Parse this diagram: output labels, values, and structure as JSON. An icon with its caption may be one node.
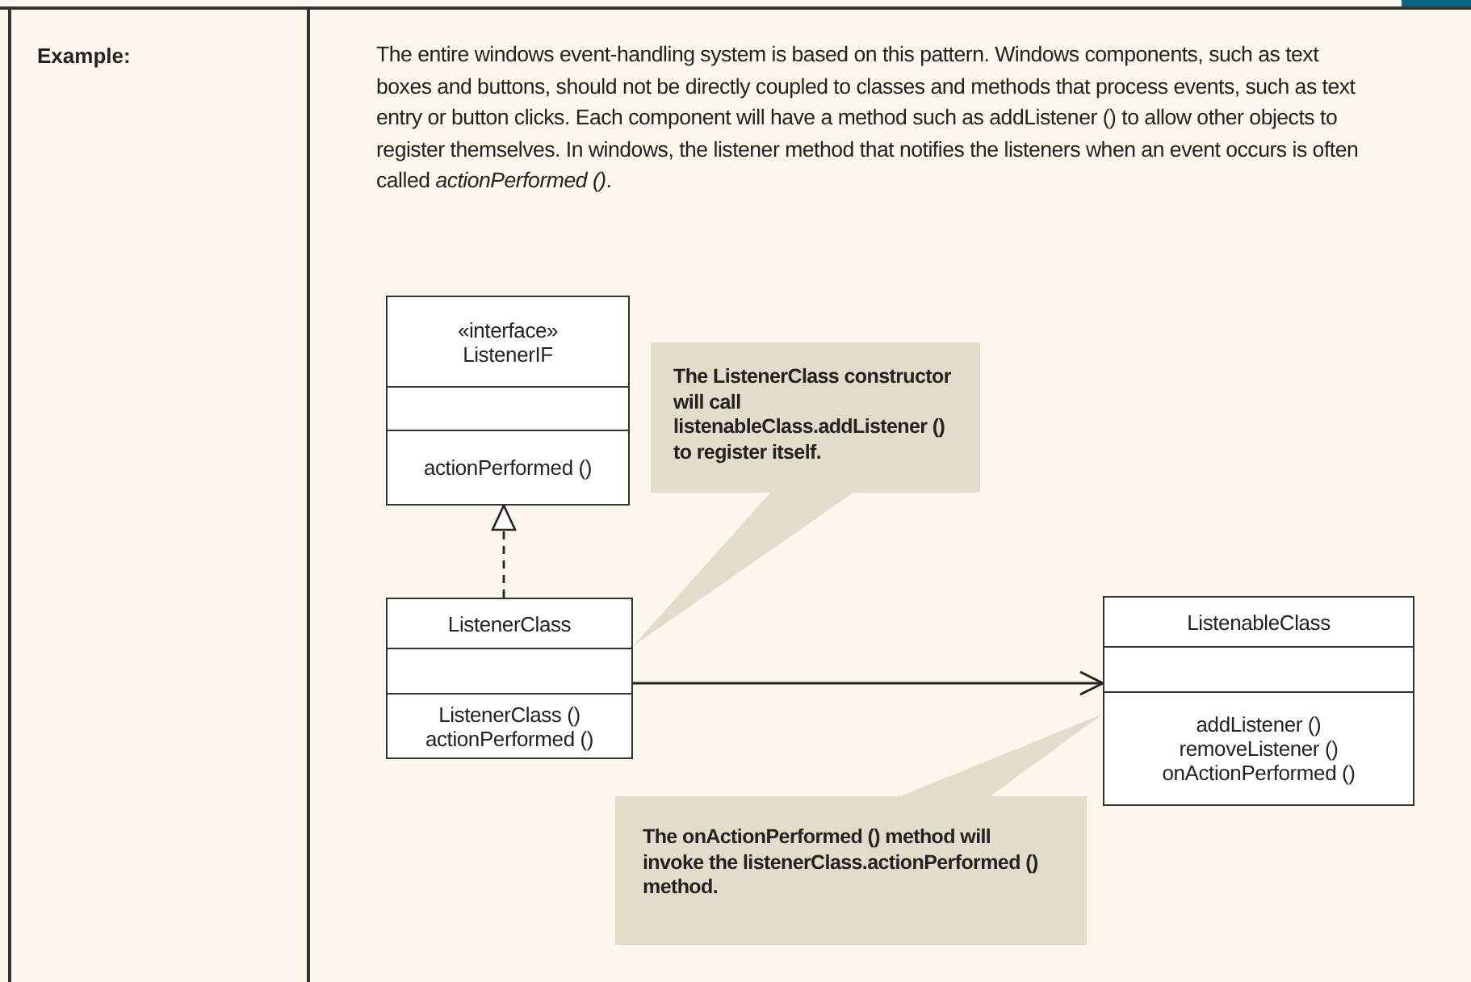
{
  "diagram": {
    "nodes": [
      {
        "text": [
          "«interface»",
          "ListenerIF",
          "actionPerformed ()"
        ]
      },
      {
        "text": [
          "ListenerClass",
          "ListenerClass ()",
          "actionPerformed ()"
        ]
      },
      {
        "text": [
          "ListenableClass",
          "addListener ()",
          "removeListener ()",
          "onActionPerformed ()"
        ]
      },
      {
        "text": [
          "The ListenerClass constructor will call listenableClass.addListener () to register itself."
        ]
      },
      {
        "text": [
          "The onActionPerformed () method will invoke the listenerClass.actionPerformed () method."
        ]
      }
    ],
    "edges": [
      {
        "from": 1,
        "to": 0,
        "arrow": "to",
        "style": "dashed"
      },
      {
        "from": 1,
        "to": 2,
        "arrow": "to"
      },
      {
        "from": 3,
        "to": 1,
        "arrow": "none"
      },
      {
        "from": 4,
        "to": 2,
        "arrow": "none"
      }
    ],
    "labels": [
      "Example:",
      "The entire windows event-handling system is based on this pattern. Windows components, such as text boxes and buttons, should not be directly coupled to classes and methods that process events, such as text entry or button clicks. Each component will have a method such as addListener () to allow other objects to register themselves. In windows, the listener method that notifies the listeners when an event occurs is often called *actionPerformed ()*."
    ]
  }
}
